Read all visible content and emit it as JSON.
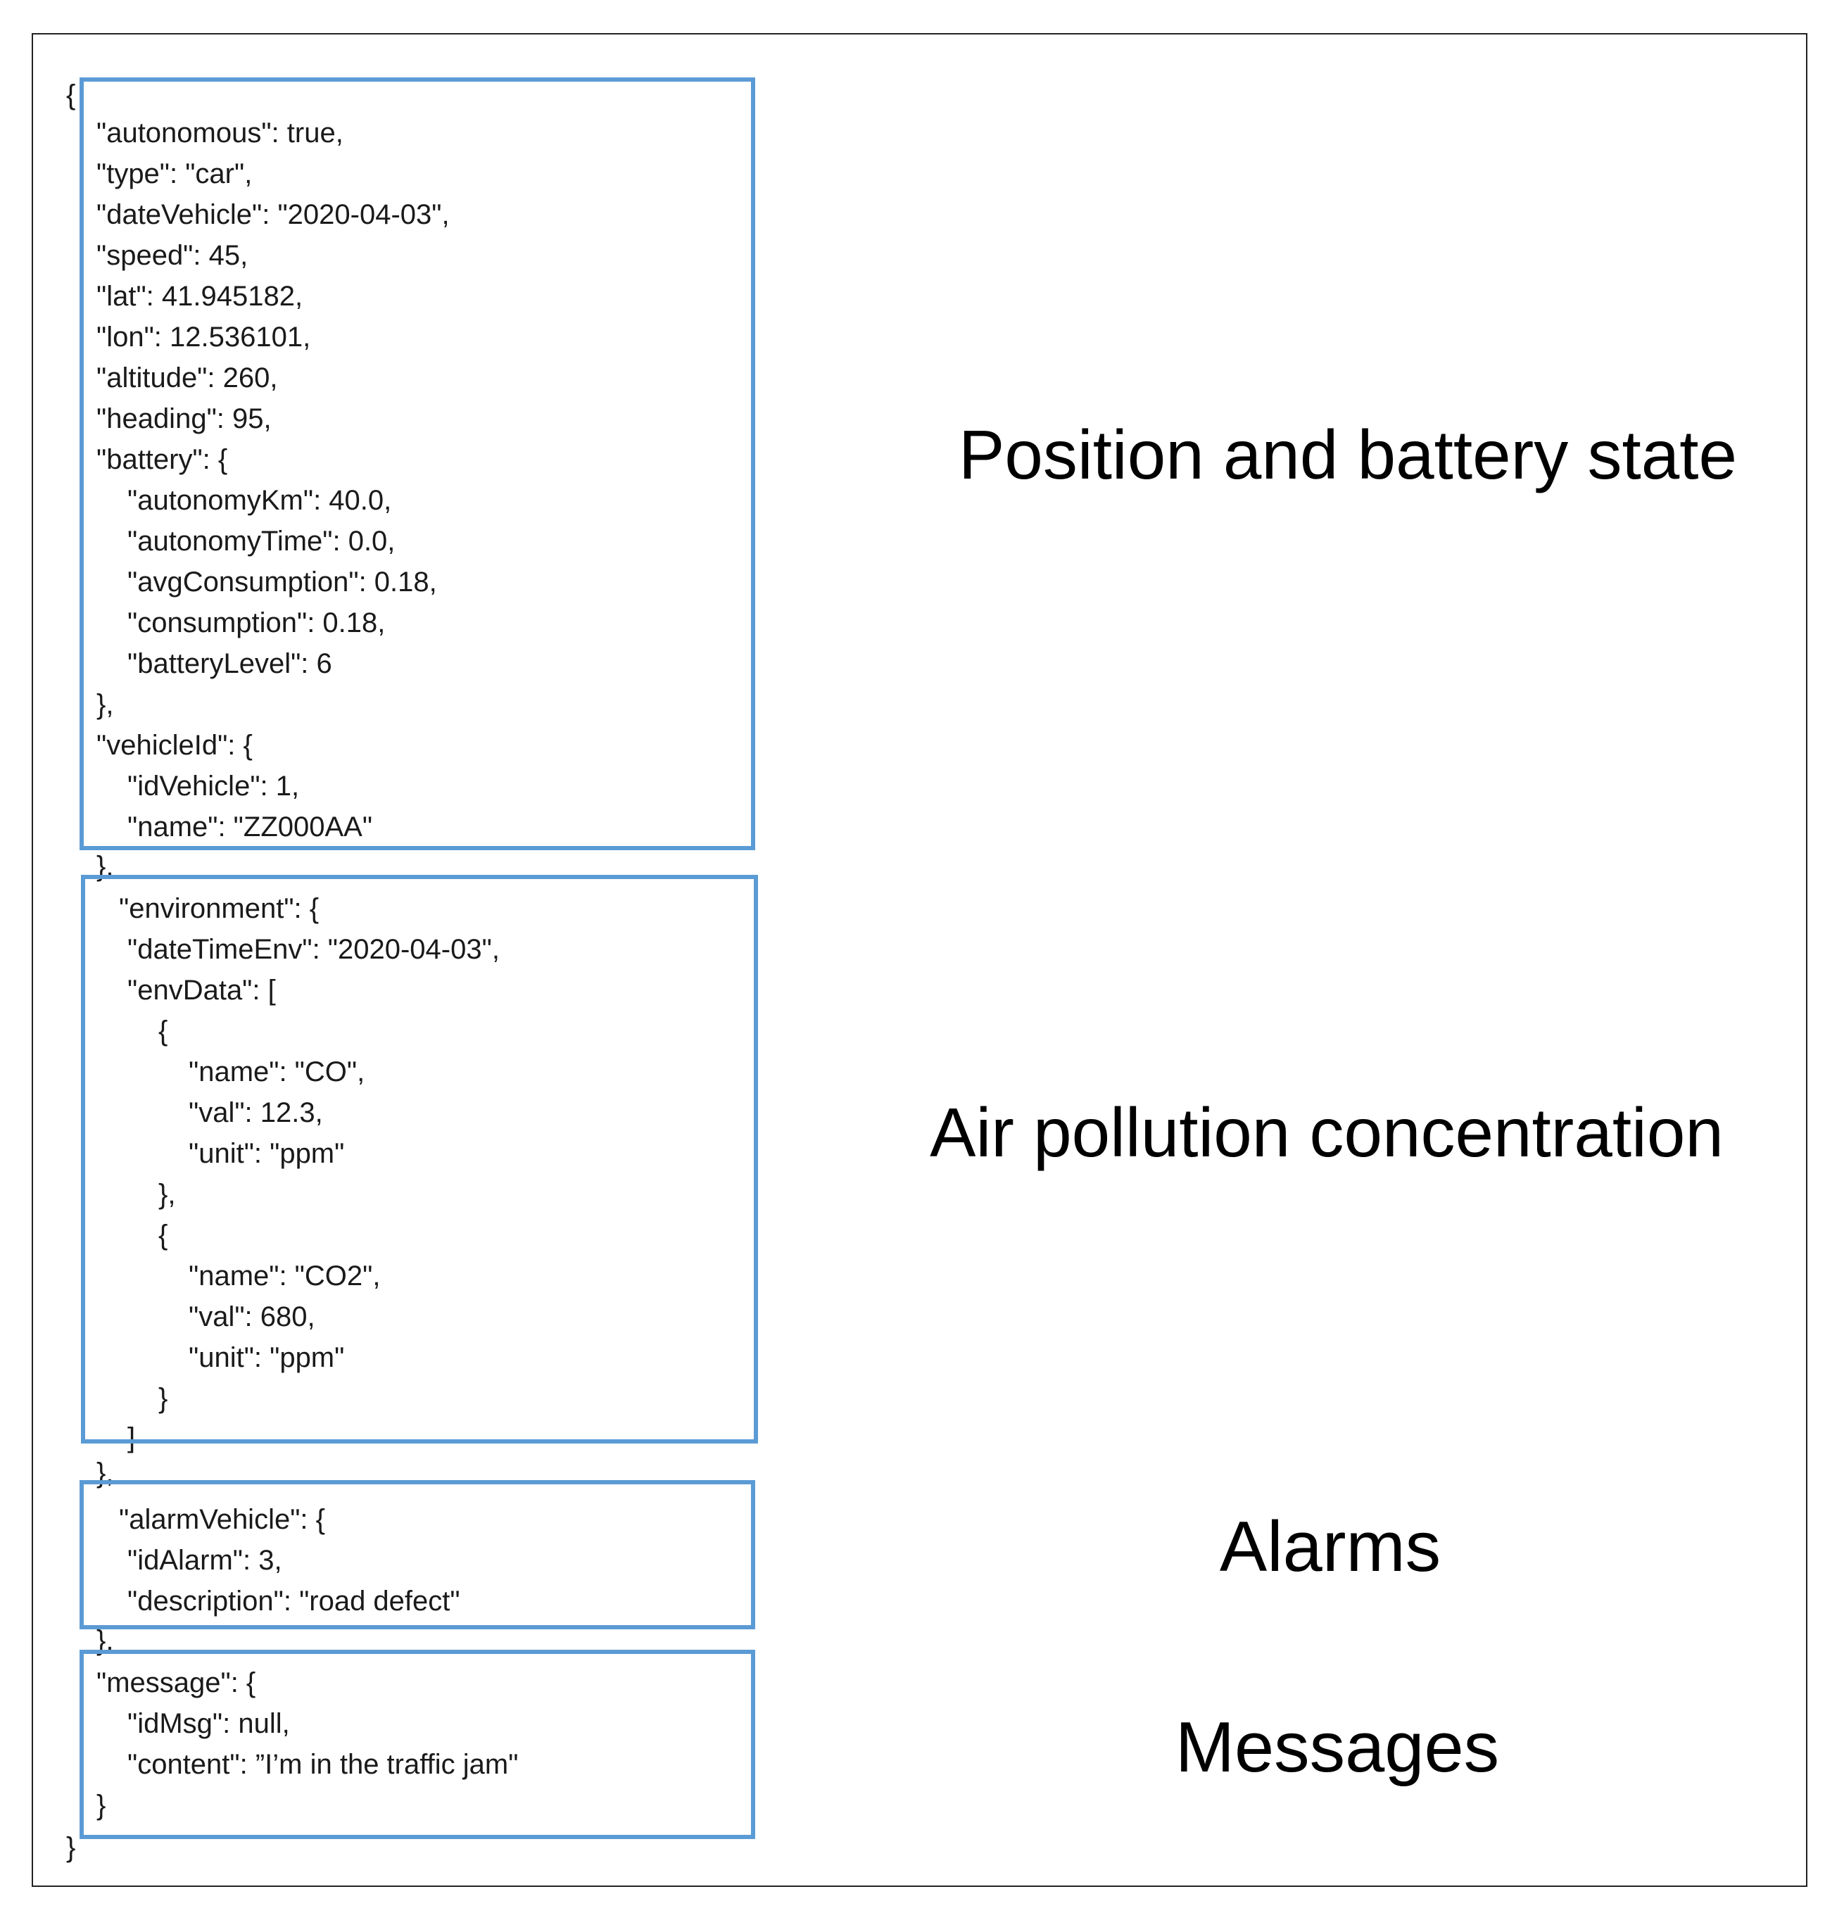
{
  "code_lines": [
    "{",
    "\"autonomous\": true,",
    "\"type\": \"car\",",
    "\"dateVehicle\": \"2020-04-03\",",
    "\"speed\": 45,",
    "\"lat\": 41.945182,",
    "\"lon\": 12.536101,",
    "\"altitude\": 260,",
    "\"heading\": 95,",
    "\"battery\": {",
    "\"autonomyKm\": 40.0,",
    "\"autonomyTime\": 0.0,",
    "\"avgConsumption\": 0.18,",
    "\"consumption\": 0.18,",
    "\"batteryLevel\": 6",
    "},",
    "\"vehicleId\": {",
    "\"idVehicle\": 1,",
    "\"name\": \"ZZ000AA\"",
    "},",
    "\"environment\": {",
    "\"dateTimeEnv\": \"2020-04-03\",",
    "\"envData\": [",
    "{",
    "\"name\": \"CO\",",
    "\"val\": 12.3,",
    "\"unit\": \"ppm\"",
    "},",
    "{",
    "\"name\": \"CO2\",",
    "\"val\": 680,",
    "\"unit\": \"ppm\"",
    "}",
    "]",
    "},",
    "\"alarmVehicle\": {",
    "\"idAlarm\": 3,",
    "\"description\": \"road defect\"",
    "},",
    "\"message\": {",
    "\"idMsg\": null,",
    "\"content\": ”I’m in the traffic jam\"",
    "}",
    "}"
  ],
  "labels": {
    "position": "Position and battery state",
    "environment": "Air pollution concentration",
    "alarms": "Alarms",
    "messages": "Messages"
  },
  "colors": {
    "box_border": "#5b9bd5",
    "frame_border": "#222222",
    "text": "#1a1a1a"
  }
}
